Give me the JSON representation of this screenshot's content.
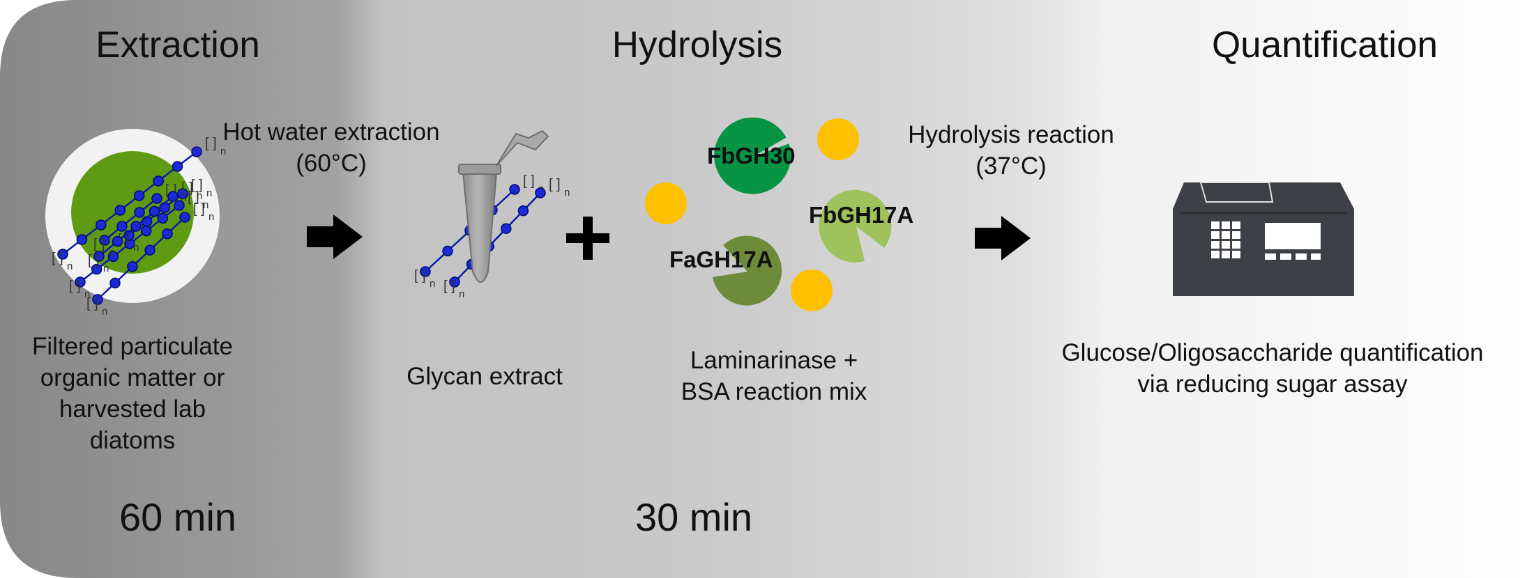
{
  "colors": {
    "panel_dark": "#8a8a8a",
    "panel_mid": "#c6c6c6",
    "panel_light": "#f7f7f7",
    "glycan_chain": "#0a1aa8",
    "glycan_bead": "#1a2bd6",
    "diatom_green": "#5e9b13",
    "enzyme_dark_green": "#079445",
    "enzyme_olive": "#6d8c3a",
    "enzyme_light_green": "#9ec25c",
    "bsa_yellow": "#ffc000",
    "instrument": "#3d4044"
  },
  "stages": {
    "extraction": {
      "title": "Extraction",
      "time": "60 min"
    },
    "hydrolysis": {
      "title": "Hydrolysis",
      "time": "30 min"
    },
    "quantification": {
      "title": "Quantification"
    }
  },
  "steps": {
    "hot_water": {
      "line1": "Hot water extraction",
      "line2": "(60°C)"
    },
    "hydrolysis_reaction": {
      "line1": "Hydrolysis reaction",
      "line2": "(37°C)"
    }
  },
  "labels": {
    "sample": [
      "Filtered particulate",
      "organic matter or",
      "harvested lab",
      "diatoms"
    ],
    "extract": "Glycan extract",
    "mix": [
      "Laminarinase +",
      "BSA reaction mix"
    ],
    "quant": [
      "Glucose/Oligosaccharide quantification",
      "via reducing sugar assay"
    ]
  },
  "operator_plus": "+",
  "repeat_subscript": "n",
  "enzymes": {
    "fbgh30": "FbGH30",
    "fbgh17a": "FbGH17A",
    "fagh17a": "FaGH17A"
  },
  "icons": [
    "diatom-filter-icon",
    "arrow-right-icon",
    "microtube-icon",
    "plus-icon",
    "enzyme-icon",
    "bsa-protein-icon",
    "plate-reader-icon"
  ]
}
